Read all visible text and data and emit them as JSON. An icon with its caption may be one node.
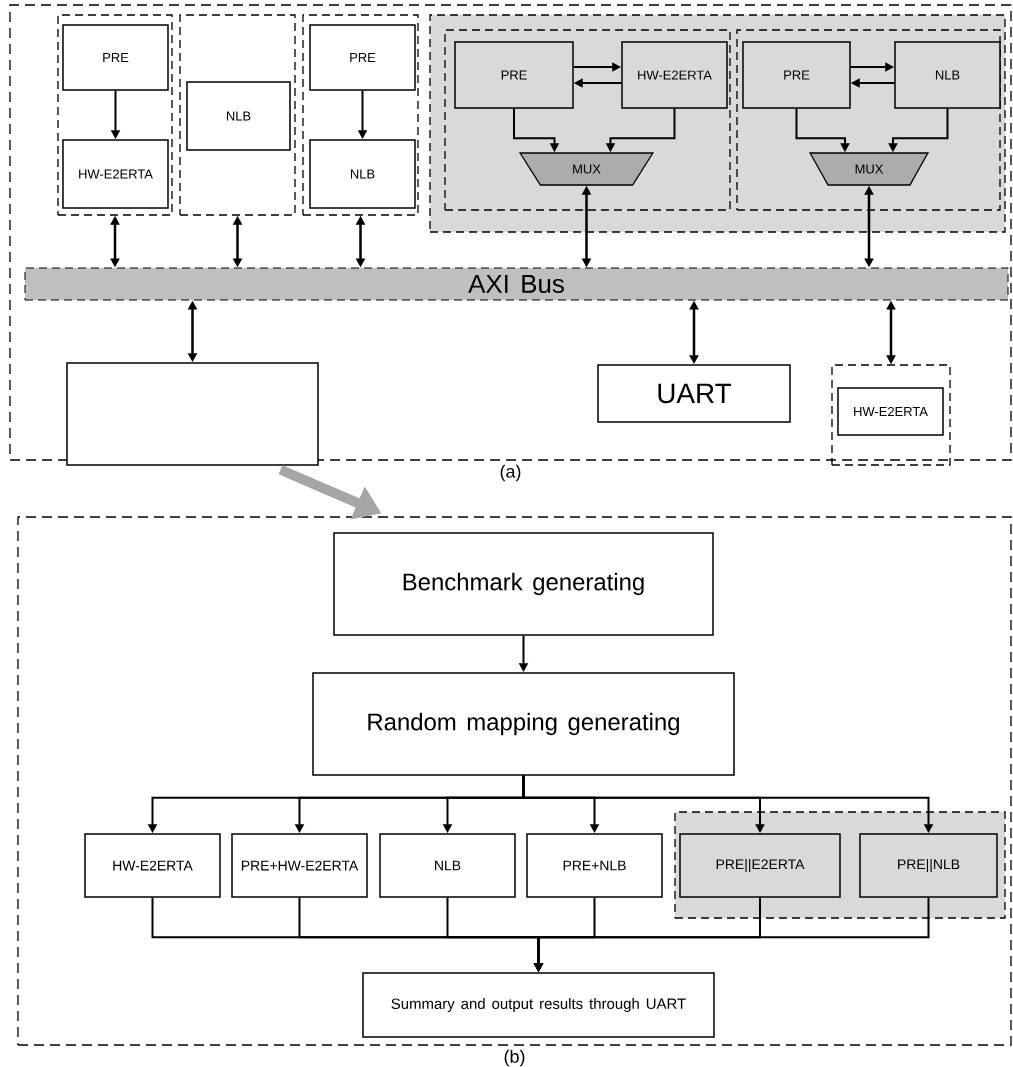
{
  "diagram": {
    "nodes": [
      {
        "text": [],
        "shape": "box",
        "beside": [
          "(a)"
        ]
      },
      {
        "text": [],
        "shape": "box",
        "in": 0
      },
      {
        "text": [
          "PRE"
        ],
        "in": 1
      },
      {
        "text": [
          "HW-E2ERTA"
        ],
        "in": 1
      },
      {
        "text": [],
        "shape": "box",
        "in": 0
      },
      {
        "text": [
          "NLB"
        ],
        "in": 4
      },
      {
        "text": [],
        "shape": "box",
        "in": 0
      },
      {
        "text": [
          "PRE"
        ],
        "in": 6
      },
      {
        "text": [
          "NLB"
        ],
        "in": 6
      },
      {
        "text": [],
        "shape": "box",
        "in": 0
      },
      {
        "text": [],
        "shape": "box",
        "in": 9
      },
      {
        "text": [
          "PRE"
        ],
        "in": 10
      },
      {
        "text": [
          "HW-E2ERTA"
        ],
        "in": 10
      },
      {
        "text": [
          "MUX"
        ],
        "in": 10
      },
      {
        "text": [],
        "shape": "box",
        "in": 9
      },
      {
        "text": [
          "PRE"
        ],
        "in": 14
      },
      {
        "text": [
          "NLB"
        ],
        "in": 14
      },
      {
        "text": [
          "MUX"
        ],
        "in": 14
      },
      {
        "text": [
          "AXI Bus"
        ],
        "in": 0
      },
      {
        "text": [],
        "shape": "box",
        "in": 0
      },
      {
        "text": [
          "UART"
        ],
        "in": 0
      },
      {
        "text": [],
        "shape": "box",
        "in": 0
      },
      {
        "text": [
          "HW-E2ERTA"
        ],
        "in": 21
      },
      {
        "text": [],
        "shape": "box",
        "beside": [
          "(b)"
        ]
      },
      {
        "text": [
          "Benchmark generating"
        ],
        "in": 23
      },
      {
        "text": [
          "Random mapping generating"
        ],
        "in": 23
      },
      {
        "text": [
          "HW-E2ERTA"
        ],
        "in": 23
      },
      {
        "text": [
          "PRE+HW-E2ERTA"
        ],
        "in": 23
      },
      {
        "text": [
          "NLB"
        ],
        "in": 23
      },
      {
        "text": [
          "PRE+NLB"
        ],
        "in": 23
      },
      {
        "text": [],
        "shape": "box",
        "in": 23
      },
      {
        "text": [
          "PRE||E2ERTA"
        ],
        "in": 30
      },
      {
        "text": [
          "PRE||NLB"
        ],
        "in": 30
      },
      {
        "text": [
          "Summary and output results through UART"
        ],
        "in": 23
      }
    ],
    "edges": [
      {
        "from": 2,
        "to": 3,
        "arrow": "to"
      },
      {
        "from": 7,
        "to": 8,
        "arrow": "to"
      },
      {
        "from": 11,
        "to": 12,
        "arrow": "to"
      },
      {
        "from": 12,
        "to": 11,
        "arrow": "to"
      },
      {
        "from": 15,
        "to": 16,
        "arrow": "to"
      },
      {
        "from": 16,
        "to": 15,
        "arrow": "to"
      },
      {
        "from": 11,
        "to": 13,
        "arrow": "to"
      },
      {
        "from": 12,
        "to": 13,
        "arrow": "to"
      },
      {
        "from": 15,
        "to": 17,
        "arrow": "to"
      },
      {
        "from": 16,
        "to": 17,
        "arrow": "to"
      },
      {
        "from": 1,
        "to": 18,
        "arrow": "both"
      },
      {
        "from": 4,
        "to": 18,
        "arrow": "both"
      },
      {
        "from": 6,
        "to": 18,
        "arrow": "both"
      },
      {
        "from": 13,
        "to": 18,
        "arrow": "both"
      },
      {
        "from": 17,
        "to": 18,
        "arrow": "both"
      },
      {
        "from": 18,
        "to": 19,
        "arrow": "both"
      },
      {
        "from": 18,
        "to": 20,
        "arrow": "both"
      },
      {
        "from": 18,
        "to": 21,
        "arrow": "both"
      },
      {
        "from": 19,
        "to": 23,
        "arrow": "to",
        "style": "thick",
        "color": "#a6a6a6"
      },
      {
        "from": 24,
        "to": 25,
        "arrow": "to"
      },
      {
        "from": 25,
        "to": 26,
        "arrow": "to"
      },
      {
        "from": 25,
        "to": 27,
        "arrow": "to"
      },
      {
        "from": 25,
        "to": 28,
        "arrow": "to"
      },
      {
        "from": 25,
        "to": 29,
        "arrow": "to"
      },
      {
        "from": 25,
        "to": 31,
        "arrow": "to"
      },
      {
        "from": 25,
        "to": 32,
        "arrow": "to"
      },
      {
        "from": 26,
        "to": 33,
        "arrow": "to"
      },
      {
        "from": 27,
        "to": 33,
        "arrow": "to"
      },
      {
        "from": 28,
        "to": 33,
        "arrow": "to"
      },
      {
        "from": 29,
        "to": 33,
        "arrow": "to"
      },
      {
        "from": 31,
        "to": 33,
        "arrow": "to"
      },
      {
        "from": 32,
        "to": 33,
        "arrow": "to"
      }
    ]
  }
}
